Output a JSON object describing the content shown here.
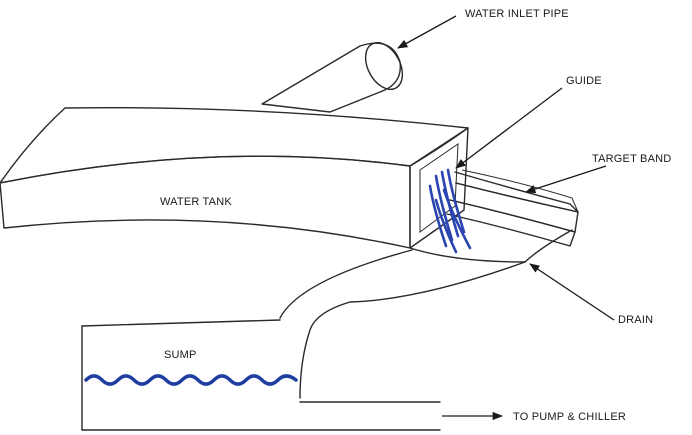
{
  "labels": {
    "water_inlet_pipe": "WATER INLET PIPE",
    "guide": "GUIDE",
    "target_band": "TARGET BAND",
    "water_tank": "WATER TANK",
    "drain": "DRAIN",
    "sump": "SUMP",
    "to_pump_chiller": "TO PUMP & CHILLER"
  },
  "colors": {
    "line": "#2a2a2a",
    "water": "#1f3fa0",
    "jet": "#2a44b0",
    "pipe_shade": "#9a9a9a"
  }
}
